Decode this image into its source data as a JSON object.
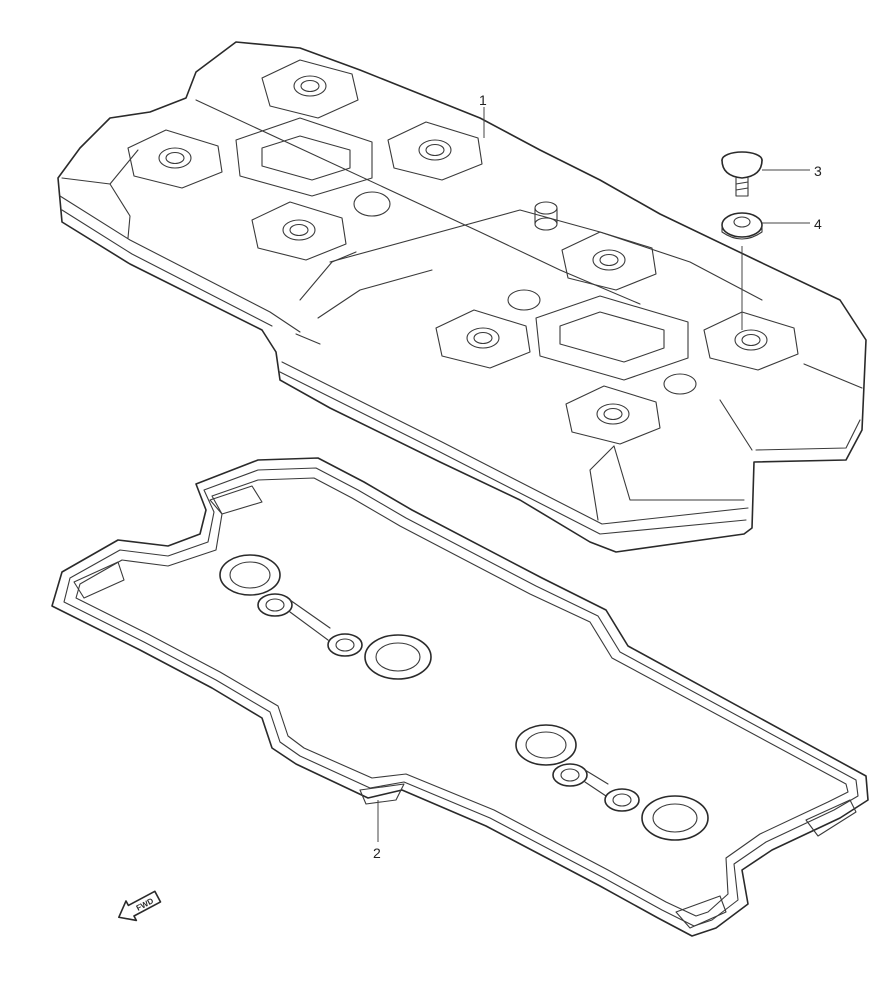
{
  "diagram": {
    "parts": [
      {
        "callout": "1",
        "name": "cylinder-head-cover"
      },
      {
        "callout": "2",
        "name": "cylinder-head-cover-gasket"
      },
      {
        "callout": "3",
        "name": "cover-bolt"
      },
      {
        "callout": "4",
        "name": "bolt-gasket-washer"
      }
    ],
    "front_indicator": {
      "label": "FWD",
      "icon": "front-direction-arrow-icon"
    }
  },
  "colors": {
    "line": "#2a2a2a",
    "background": "#ffffff",
    "label": "#222222"
  }
}
